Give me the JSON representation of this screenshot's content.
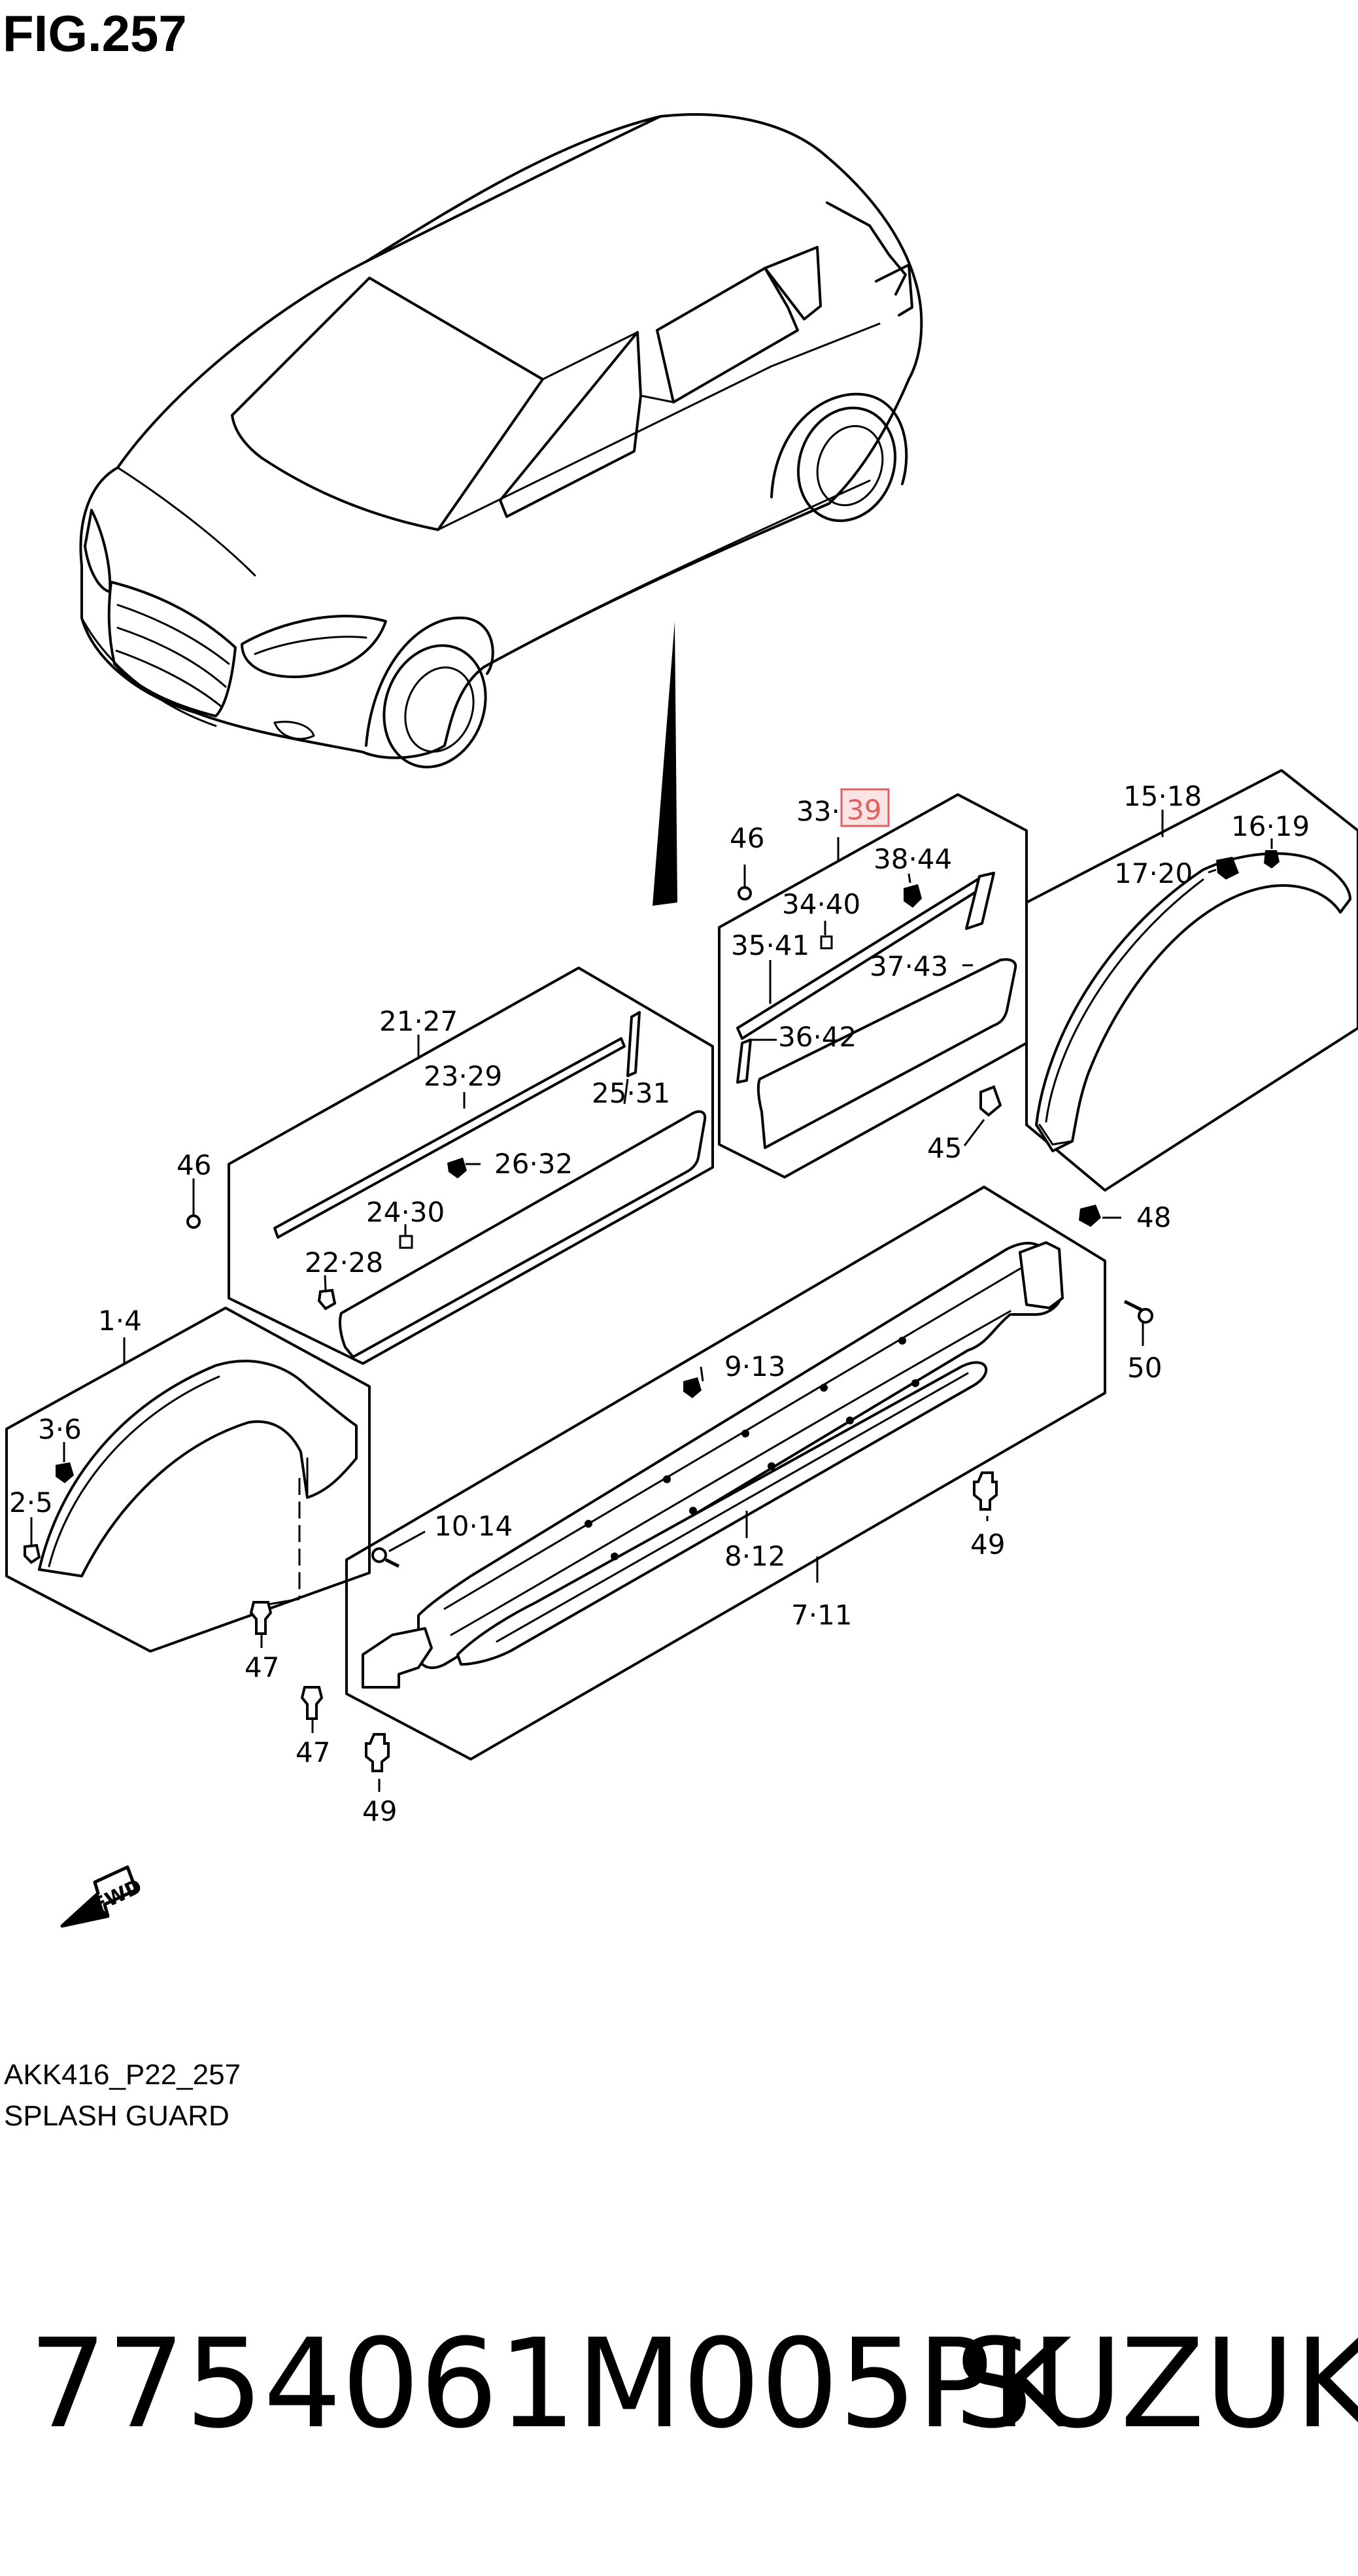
{
  "figure": {
    "title": "FIG.257",
    "diagram_code": "AKK416_P22_257",
    "section_name": "SPLASH GUARD",
    "direction_label": "FWD"
  },
  "product": {
    "part_number": "7754061M005PK",
    "brand": "SUZUKI"
  },
  "highlight_color": "#e06060",
  "callouts": {
    "c_15_18": "15·18",
    "c_16_19": "16·19",
    "c_17_20": "17·20",
    "c_33": "33·",
    "c_39": "39",
    "c_38_44": "38·44",
    "c_34_40": "34·40",
    "c_35_41": "35·41",
    "c_37_43": "37·43",
    "c_36_42": "36·42",
    "c_46_a": "46",
    "c_45": "45",
    "c_48": "48",
    "c_50": "50",
    "c_21_27": "21·27",
    "c_23_29": "23·29",
    "c_25_31": "25·31",
    "c_26_32": "26·32",
    "c_24_30": "24·30",
    "c_22_28": "22·28",
    "c_46_b": "46",
    "c_1_4": "1·4",
    "c_3_6": "3·6",
    "c_2_5": "2·5",
    "c_47_a": "47",
    "c_47_b": "47",
    "c_49_a": "49",
    "c_49_b": "49",
    "c_9_13": "9·13",
    "c_10_14": "10·14",
    "c_8_12": "8·12",
    "c_7_11": "7·11"
  }
}
